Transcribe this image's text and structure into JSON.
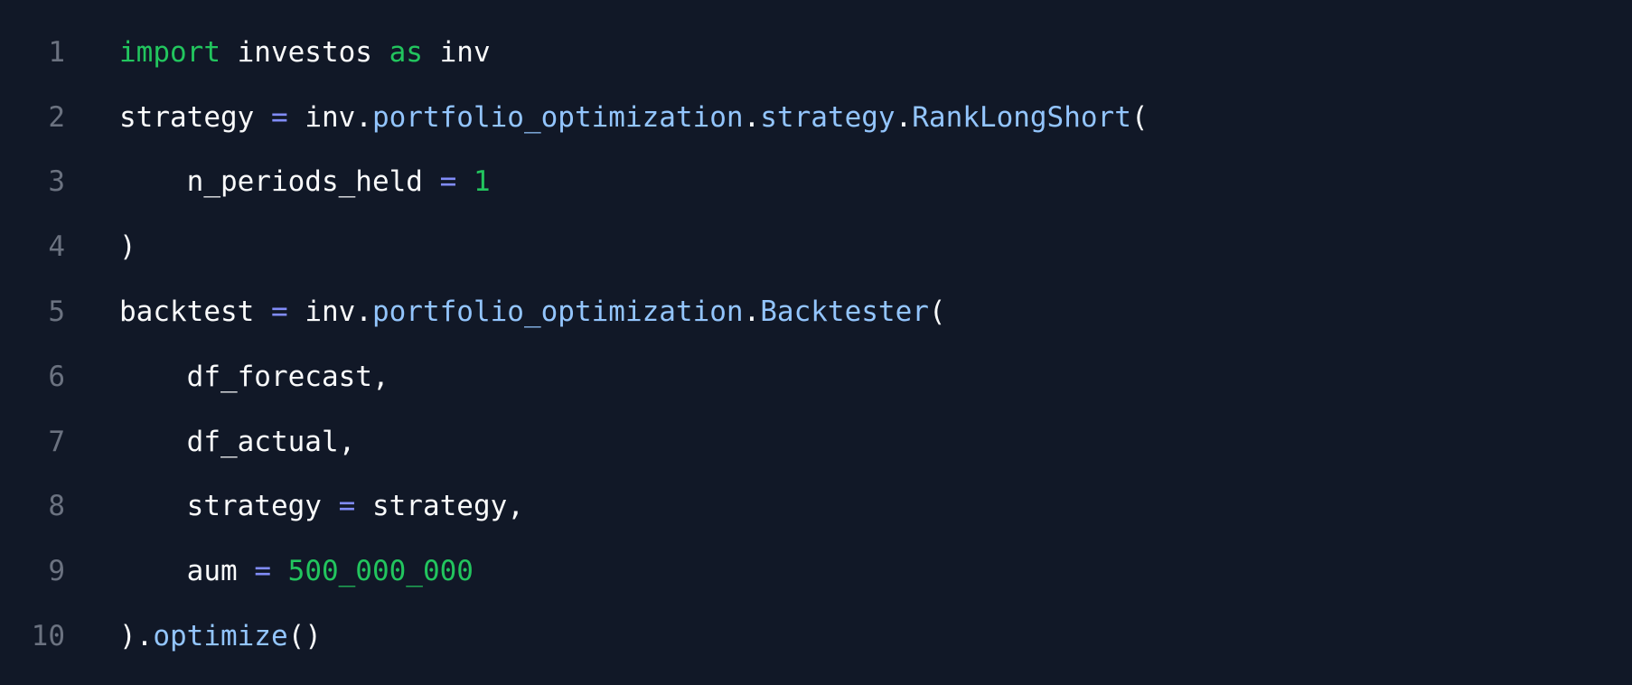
{
  "colors": {
    "background": "#111827",
    "line_number": "#6b7280",
    "text": "#f9fafb",
    "keyword": "#22c55e",
    "number": "#22c55e",
    "operator": "#818cf8",
    "attribute": "#93c5fd"
  },
  "lines": [
    {
      "number": "1",
      "tokens": [
        [
          "keyword",
          "import"
        ],
        [
          "plain",
          " investos "
        ],
        [
          "keyword",
          "as"
        ],
        [
          "plain",
          " inv"
        ]
      ]
    },
    {
      "number": "2",
      "tokens": [
        [
          "plain",
          "strategy "
        ],
        [
          "op",
          "="
        ],
        [
          "plain",
          " inv."
        ],
        [
          "attr",
          "portfolio_optimization"
        ],
        [
          "plain",
          "."
        ],
        [
          "attr",
          "strategy"
        ],
        [
          "plain",
          "."
        ],
        [
          "attr",
          "RankLongShort"
        ],
        [
          "plain",
          "("
        ]
      ]
    },
    {
      "number": "3",
      "tokens": [
        [
          "plain",
          "    n_periods_held "
        ],
        [
          "op",
          "="
        ],
        [
          "plain",
          " "
        ],
        [
          "number",
          "1"
        ]
      ]
    },
    {
      "number": "4",
      "tokens": [
        [
          "plain",
          ")"
        ]
      ]
    },
    {
      "number": "5",
      "tokens": [
        [
          "plain",
          "backtest "
        ],
        [
          "op",
          "="
        ],
        [
          "plain",
          " inv."
        ],
        [
          "attr",
          "portfolio_optimization"
        ],
        [
          "plain",
          "."
        ],
        [
          "attr",
          "Backtester"
        ],
        [
          "plain",
          "("
        ]
      ]
    },
    {
      "number": "6",
      "tokens": [
        [
          "plain",
          "    df_forecast,"
        ]
      ]
    },
    {
      "number": "7",
      "tokens": [
        [
          "plain",
          "    df_actual,"
        ]
      ]
    },
    {
      "number": "8",
      "tokens": [
        [
          "plain",
          "    strategy "
        ],
        [
          "op",
          "="
        ],
        [
          "plain",
          " strategy,"
        ]
      ]
    },
    {
      "number": "9",
      "tokens": [
        [
          "plain",
          "    aum "
        ],
        [
          "op",
          "="
        ],
        [
          "plain",
          " "
        ],
        [
          "number",
          "500_000_000"
        ]
      ]
    },
    {
      "number": "10",
      "tokens": [
        [
          "plain",
          ")."
        ],
        [
          "attr",
          "optimize"
        ],
        [
          "plain",
          "()"
        ]
      ]
    }
  ]
}
